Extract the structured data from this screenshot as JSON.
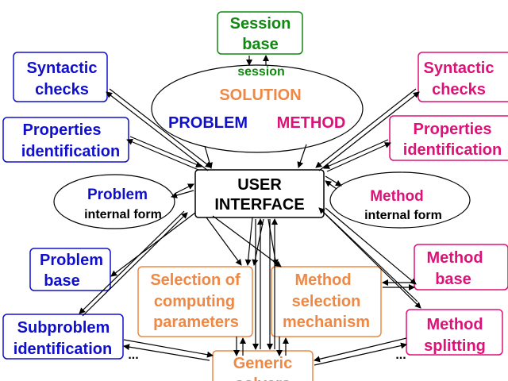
{
  "colors": {
    "green": "#118811",
    "blue": "#1010cc",
    "magenta": "#dd1177",
    "orange": "#ee8844",
    "black": "#000000",
    "white": "#ffffff"
  },
  "session_base": {
    "line1": "Session",
    "line2": "base",
    "session_label": "session"
  },
  "solution_ellipse": {
    "solution": "SOLUTION",
    "problem": "PROBLEM",
    "method": "METHOD"
  },
  "user_interface": {
    "line1": "USER",
    "line2": "INTERFACE"
  },
  "left": {
    "syntactic": {
      "line1": "Syntactic",
      "line2": "checks"
    },
    "properties": {
      "line1": "Properties",
      "line2": "identification"
    },
    "problem_internal": {
      "line1": "Problem",
      "line2": "internal form"
    },
    "problem_base": {
      "line1": "Problem",
      "line2": "base"
    },
    "subproblem": {
      "line1": "Subproblem",
      "line2": "identification"
    },
    "ellipsis": "..."
  },
  "right": {
    "syntactic": {
      "line1": "Syntactic",
      "line2": "checks"
    },
    "properties": {
      "line1": "Properties",
      "line2": "identification"
    },
    "method_internal": {
      "line1": "Method",
      "line2": "internal form"
    },
    "method_base": {
      "line1": "Method",
      "line2": "base"
    },
    "method_splitting": {
      "line1": "Method",
      "line2": "splitting"
    },
    "ellipsis": "..."
  },
  "center": {
    "selection": {
      "line1": "Selection of",
      "line2": "computing",
      "line3": "parameters"
    },
    "mechanism": {
      "line1": "Method",
      "line2": "selection",
      "line3": "mechanism"
    },
    "generic": {
      "line1": "Generic",
      "line2": "solvers"
    }
  }
}
